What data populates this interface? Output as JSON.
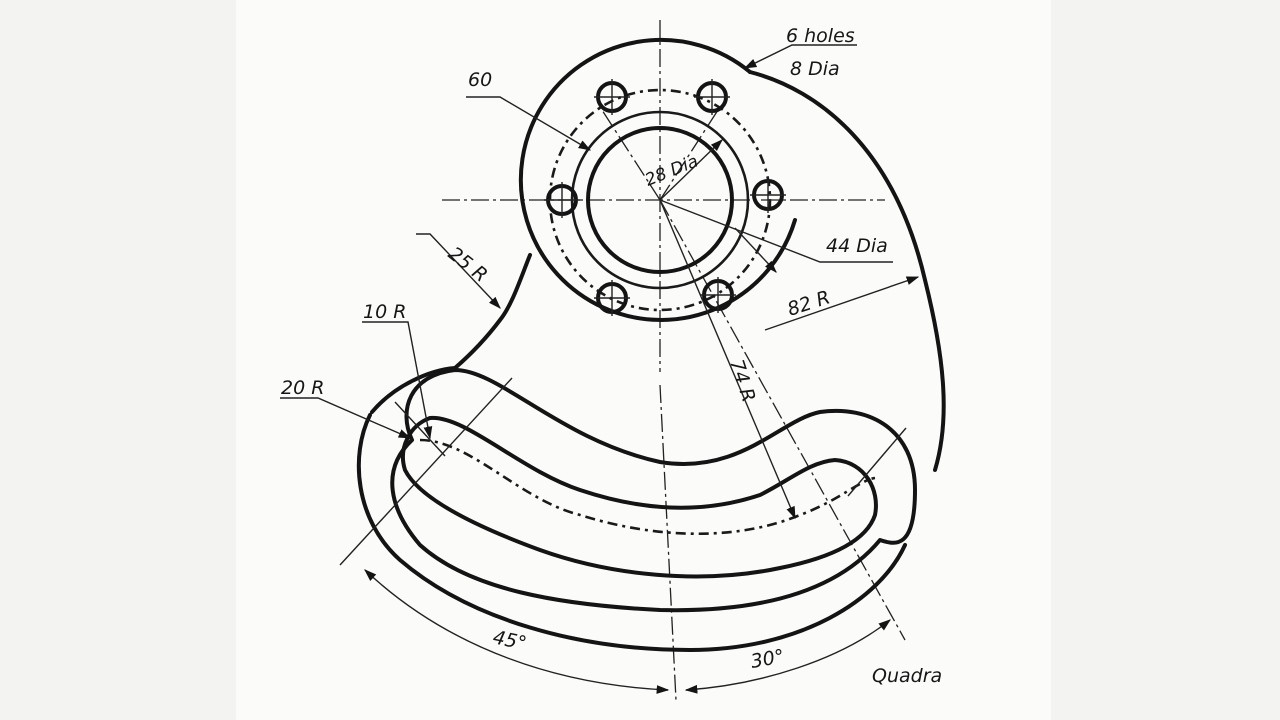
{
  "drawing": {
    "labels": {
      "holes_count": "6 holes",
      "holes_dia": "8 Dia",
      "pcd": "60",
      "bore": "28 Dia",
      "boss": "44 Dia",
      "outer_radius": "82 R",
      "slot_radius": "74 R",
      "blend_radius": "25 R",
      "small_radius": "10 R",
      "slot_end_radius": "20 R",
      "angle_left": "45°",
      "angle_right": "30°",
      "quadrant": "Quadra"
    }
  }
}
